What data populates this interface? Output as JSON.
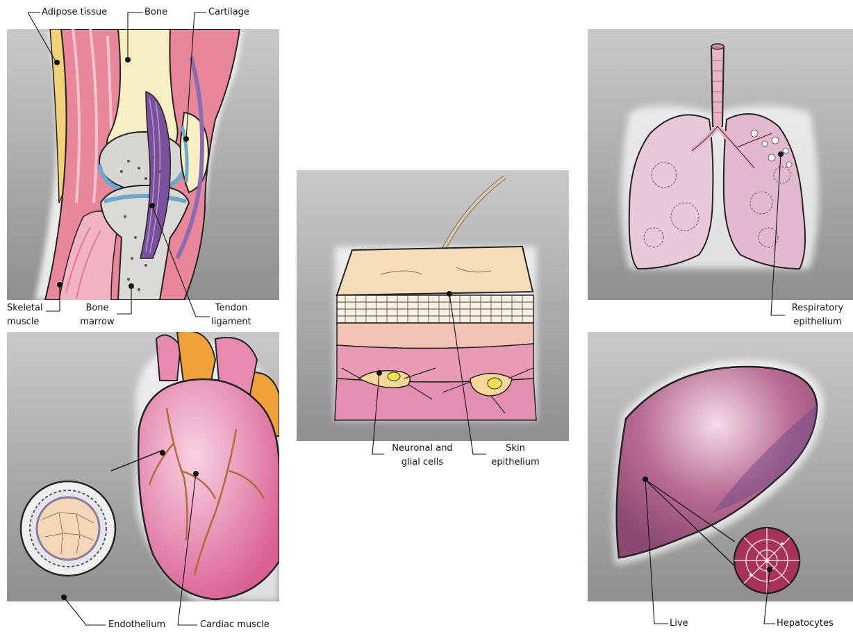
{
  "labels": {
    "adipose": "Adipose tissue",
    "bone": "Bone",
    "cartilage": "Cartilage",
    "skeletal_1": "Skeletal",
    "skeletal_2": "muscle",
    "marrow_1": "Bone",
    "marrow_2": "marrow",
    "tendon_1": "Tendon",
    "tendon_2": "ligament",
    "neuronal_1": "Neuronal and",
    "neuronal_2": "glial cells",
    "skin_1": "Skin",
    "skin_2": "epithelium",
    "respiratory_1": "Respiratory",
    "respiratory_2": "epithelium",
    "endothelium": "Endothelium",
    "cardiac": "Cardiac muscle",
    "live": "Live",
    "hepatocytes": "Hepatocytes"
  },
  "colors": {
    "panel_top": "#c9c9c9",
    "panel_bottom": "#8f8f8f",
    "muscle_pink": "#e8869a",
    "bone_yellow": "#f6efc4",
    "cartilage_blue": "#9ec9de",
    "ligament_purple": "#7a4f9c",
    "heart_pink": "#e07aa4",
    "aorta_orange": "#f0a23a",
    "lung_pink": "#e9c8da",
    "liver_mauve": "#b86a92",
    "skin_beige": "#f6dcb8",
    "dermis_pink": "#e390b0"
  }
}
